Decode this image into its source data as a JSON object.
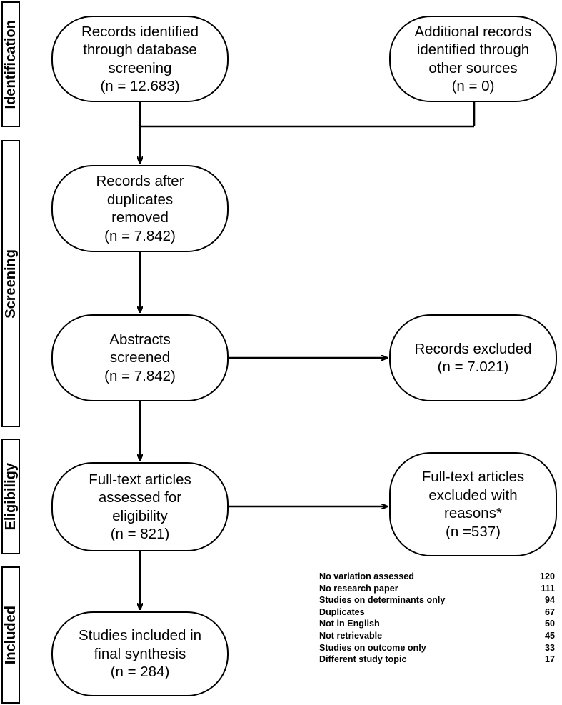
{
  "diagram": {
    "type": "prisma-flow-diagram",
    "stroke_color": "#000000",
    "background_color": "#ffffff"
  },
  "stages": [
    {
      "label": "Identification"
    },
    {
      "label": "Screening"
    },
    {
      "label": "Eligibiligy"
    },
    {
      "label": "Included"
    }
  ],
  "boxes": {
    "records_identified": {
      "text": "Records identified\nthrough database\nscreening\n(n = 12.683)"
    },
    "additional_records": {
      "text": "Additional records\nidentified through\nother sources\n(n = 0)"
    },
    "duplicates_removed": {
      "text": "Records after\nduplicates\nremoved\n(n = 7.842)"
    },
    "abstracts_screened": {
      "text": "Abstracts\nscreened\n(n = 7.842)"
    },
    "records_excluded": {
      "text": "Records excluded\n(n = 7.021)"
    },
    "fulltext_assessed": {
      "text": "Full-text articles\nassessed for\neligibility\n(n = 821)"
    },
    "fulltext_excluded": {
      "text": "Full-text articles\nexcluded with\nreasons*\n(n =537)"
    },
    "studies_included": {
      "text": "Studies included in\nfinal synthesis\n(n = 284)"
    }
  },
  "exclusion_reasons": [
    {
      "label": "No variation assessed",
      "count": "120"
    },
    {
      "label": "No research paper",
      "count": "111"
    },
    {
      "label": "Studies on determinants only",
      "count": "94"
    },
    {
      "label": "Duplicates",
      "count": "67"
    },
    {
      "label": "Not in English",
      "count": "50"
    },
    {
      "label": "Not retrievable",
      "count": "45"
    },
    {
      "label": "Studies on outcome only",
      "count": "33"
    },
    {
      "label": "Different study topic",
      "count": "17"
    }
  ]
}
